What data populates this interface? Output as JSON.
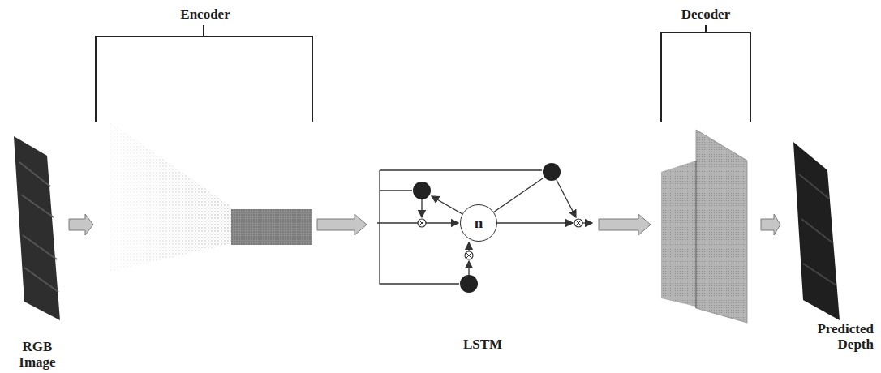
{
  "diagram": {
    "nodes": [
      {
        "text": [
          "RGB Image"
        ]
      },
      {
        "text": [
          "Encoder"
        ]
      },
      {
        "text": [
          "LSTM"
        ]
      },
      {
        "text": [
          "n"
        ],
        "in": 2
      },
      {
        "text": [
          "Decoder"
        ]
      },
      {
        "text": [
          "Predicted Depth"
        ]
      }
    ],
    "edges": [
      {
        "from": 0,
        "to": 1,
        "arrow": "to"
      },
      {
        "from": 1,
        "to": 2,
        "arrow": "to"
      },
      {
        "from": 2,
        "to": 4,
        "arrow": "to"
      },
      {
        "from": 4,
        "to": 5,
        "arrow": "to"
      }
    ]
  }
}
